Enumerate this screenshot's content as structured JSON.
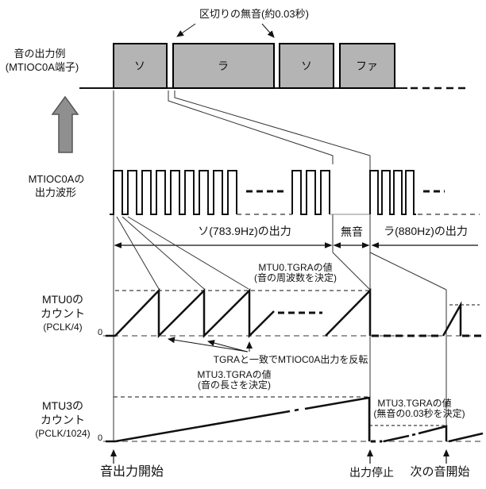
{
  "figure_title_note": "区切りの無音(約0.03秒)",
  "colors": {
    "box_fill": "#b4b4b4",
    "box_border": "#000000",
    "big_arrow_gray": "#8f8f8f",
    "baseline_gray": "#999999",
    "line_black": "#111111"
  },
  "sound_output": {
    "label_line1": "音の出力例",
    "label_line2": "(MTIOC0A端子)",
    "notes": [
      {
        "label": "ソ"
      },
      {
        "label": "ラ"
      },
      {
        "label": "ソ"
      },
      {
        "label": "ファ"
      }
    ]
  },
  "waveform": {
    "label_line1": "MTIOC0Aの",
    "label_line2": "出力波形",
    "segments": {
      "so": "ソ(783.9Hz)の出力",
      "silence": "無音",
      "la": "ラ(880Hz)の出力"
    }
  },
  "mtu0": {
    "label_line1": "MTU0の",
    "label_line2": "カウント",
    "label_line3": "(PCLK/4)",
    "zero": "0",
    "tgra_line1": "MTU0.TGRAの値",
    "tgra_line2": "(音の周波数を決定)",
    "toggle_note": "TGRAと一致でMTIOC0A出力を反転"
  },
  "mtu3": {
    "label_line1": "MTU3の",
    "label_line2": "カウント",
    "label_line3": "(PCLK/1024)",
    "zero": "0",
    "tgra_line1": "MTU3.TGRAの値",
    "tgra_line2": "(音の長さを決定)",
    "tgra2_line1": "MTU3.TGRAの値",
    "tgra2_line2": "(無音の0.03秒を決定)"
  },
  "timeline": {
    "start": "音出力開始",
    "stop": "出力停止",
    "next": "次の音開始"
  }
}
